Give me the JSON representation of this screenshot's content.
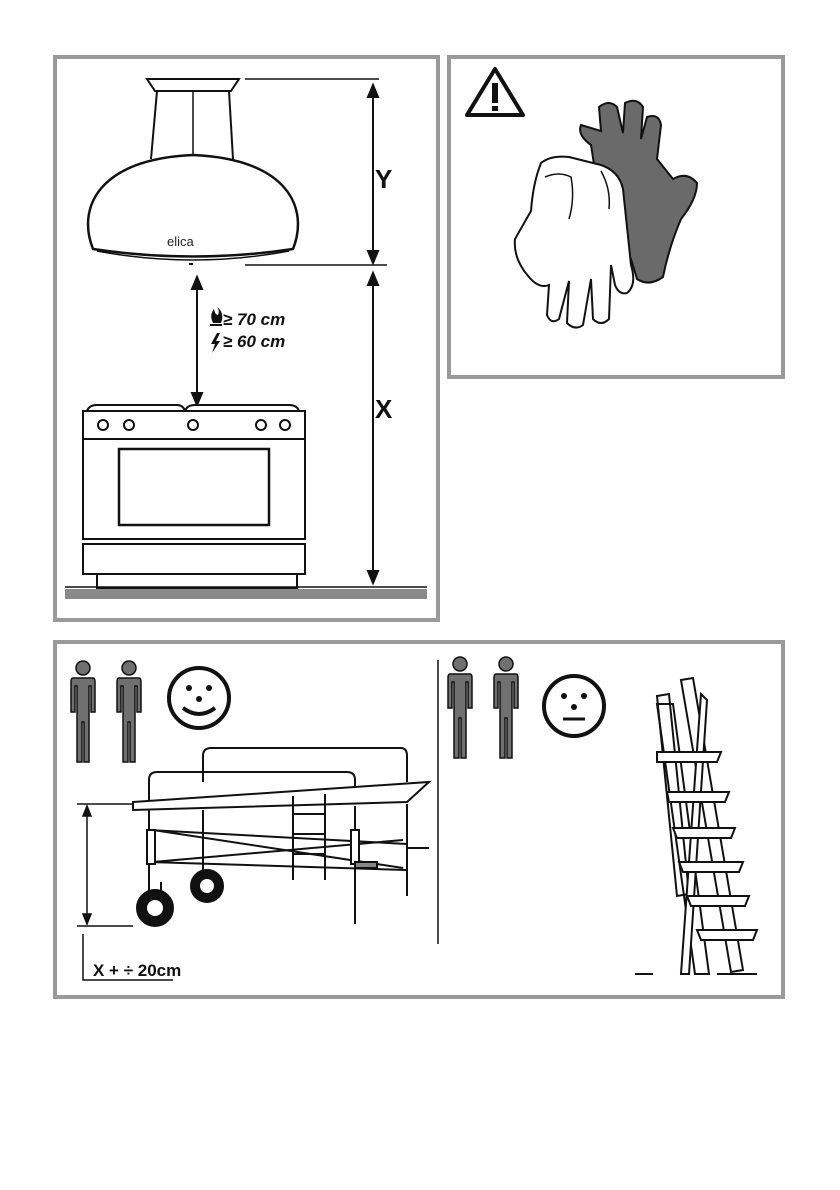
{
  "panel1": {
    "brand": "elica",
    "label_y": "Y",
    "label_x": "X",
    "gas_distance": "≥ 70 cm",
    "electric_distance": "≥ 60 cm",
    "gas_symbol": "gas-flame-icon",
    "electric_symbol": "lightning-icon"
  },
  "panel2": {
    "warning_icon": "warning-triangle-icon",
    "gloves_icon": "work-gloves-icon"
  },
  "panel3": {
    "people_count_left": 2,
    "people_count_right": 2,
    "left_face": "happy-face-icon",
    "right_face": "neutral-face-icon",
    "x_height_note": "X + ÷ 20cm"
  },
  "colors": {
    "frame": "#9a9a9a",
    "person": "#707070",
    "glove_dark": "#6a6a6a",
    "floor": "#8a8a8a"
  }
}
